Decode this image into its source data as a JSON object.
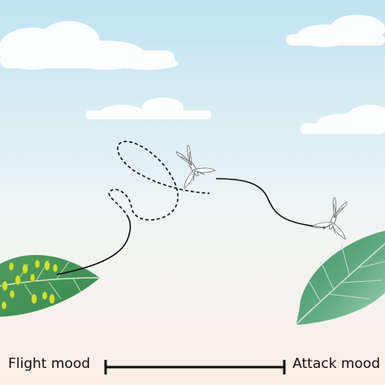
{
  "labels": {
    "left": "Flight mood",
    "right": "Attack mood"
  },
  "colors": {
    "sky_top": "#bfe3f2",
    "sky_bottom": "#fbeee4",
    "cloud": "#ffffff",
    "leaf_dark": "#3f8d5c",
    "leaf_light": "#8cc9a0",
    "aphid": "#c9e33a",
    "path": "#111111"
  },
  "icons": [
    "cloud",
    "leaf",
    "aphid-cluster",
    "lacewing-insect",
    "flight-path",
    "scale-bar"
  ]
}
